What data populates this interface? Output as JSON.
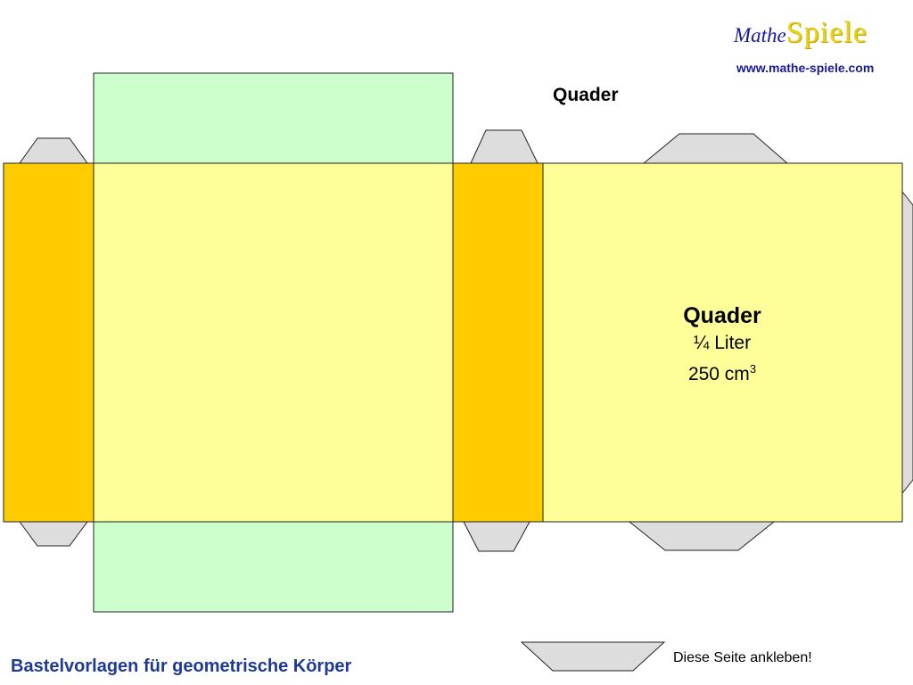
{
  "logo": {
    "part1": "Mathe",
    "part2": "Spiele",
    "url": "www.mathe-spiele.com"
  },
  "heading": "Quader",
  "label": {
    "title": "Quader",
    "volume_liter": "¼ Liter",
    "volume_cm_value": "250 cm",
    "volume_cm_exp": "3"
  },
  "footer": "Bastelvorlagen für geometrische Körper",
  "glue_note": "Diese Seite ankleben!",
  "colors": {
    "face_green": "#ccffcc",
    "face_yellow": "#ffff99",
    "face_orange": "#ffcc00",
    "tab_gray": "#dddddd",
    "outline": "#222222"
  }
}
